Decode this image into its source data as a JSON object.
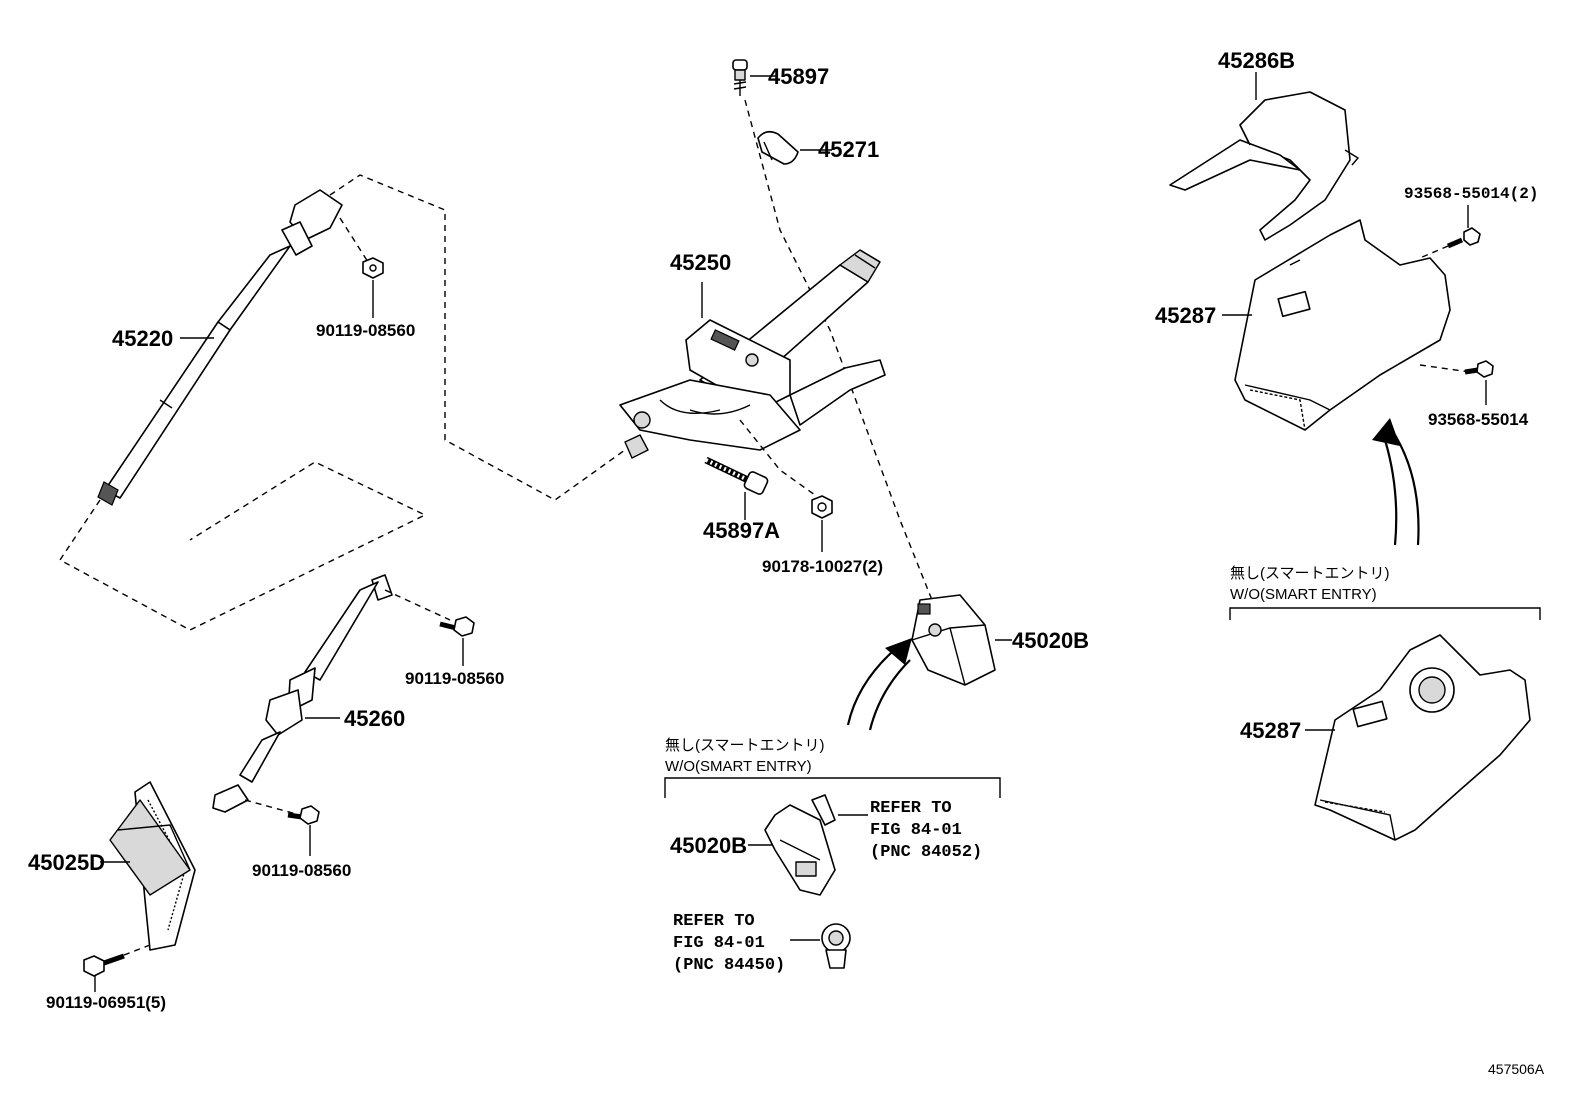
{
  "labels": {
    "p45897": "45897",
    "p45271": "45271",
    "p45286B": "45286B",
    "p93568_55014_2": "93568-55014(2)",
    "p45220": "45220",
    "p90119_08560_a": "90119-08560",
    "p45250": "45250",
    "p45287_a": "45287",
    "p93568_55014": "93568-55014",
    "p45897A": "45897A",
    "p90178_10027_2": "90178-10027(2)",
    "p45020B_a": "45020B",
    "p90119_08560_b": "90119-08560",
    "p45260": "45260",
    "p45025D": "45025D",
    "p90119_08560_c": "90119-08560",
    "p90119_06951_5": "90119-06951(5)",
    "p45020B_b": "45020B",
    "p45287_b": "45287",
    "ref1_line1": "REFER TO",
    "ref1_line2": "FIG 84-01",
    "ref1_line3": "(PNC 84052)",
    "ref2_line1": "REFER TO",
    "ref2_line2": "FIG 84-01",
    "ref2_line3": "(PNC 84450)",
    "note_left_jp": "無し(スマートエントリ)",
    "note_left_en": "W/O(SMART ENTRY)",
    "note_right_jp": "無し(スマートエントリ)",
    "note_right_en": "W/O(SMART ENTRY)",
    "figure_id": "457506A"
  }
}
